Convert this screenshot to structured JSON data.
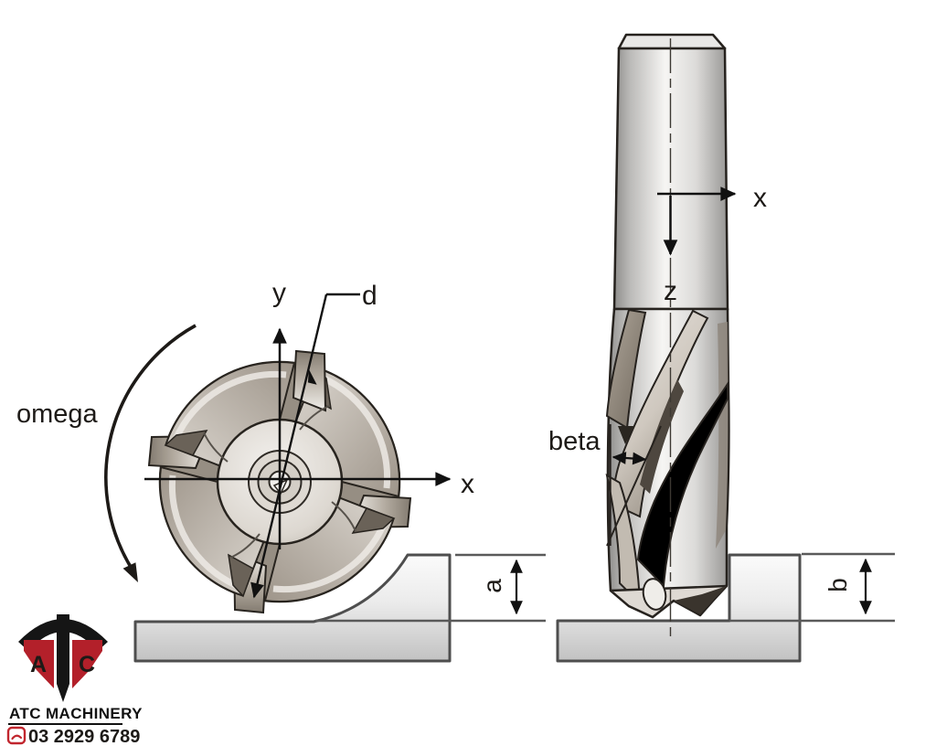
{
  "diagram": {
    "left_view": {
      "rotation_label": "omega",
      "y_axis_label": "y",
      "x_axis_label": "x",
      "diameter_label": "d",
      "depth_label": "a"
    },
    "right_view": {
      "x_axis_label": "x",
      "z_axis_label": "z",
      "helix_angle_label": "beta",
      "depth_label": "b"
    }
  },
  "logo": {
    "monogram_left": "A",
    "monogram_right": "C",
    "company_name": "ATC MACHINERY",
    "phone_number": "03 2929 6789",
    "phone_icon": "phone-icon"
  },
  "colors": {
    "brand_red": "#b3202a",
    "ink": "#1d1a17",
    "outline_dark": "#26221e",
    "metal_light": "#f2f0ed",
    "metal_mid": "#a89f94",
    "metal_dark": "#6a6258",
    "workpiece_outline": "#4e4e4e",
    "extension_line": "#5a5a5a"
  }
}
